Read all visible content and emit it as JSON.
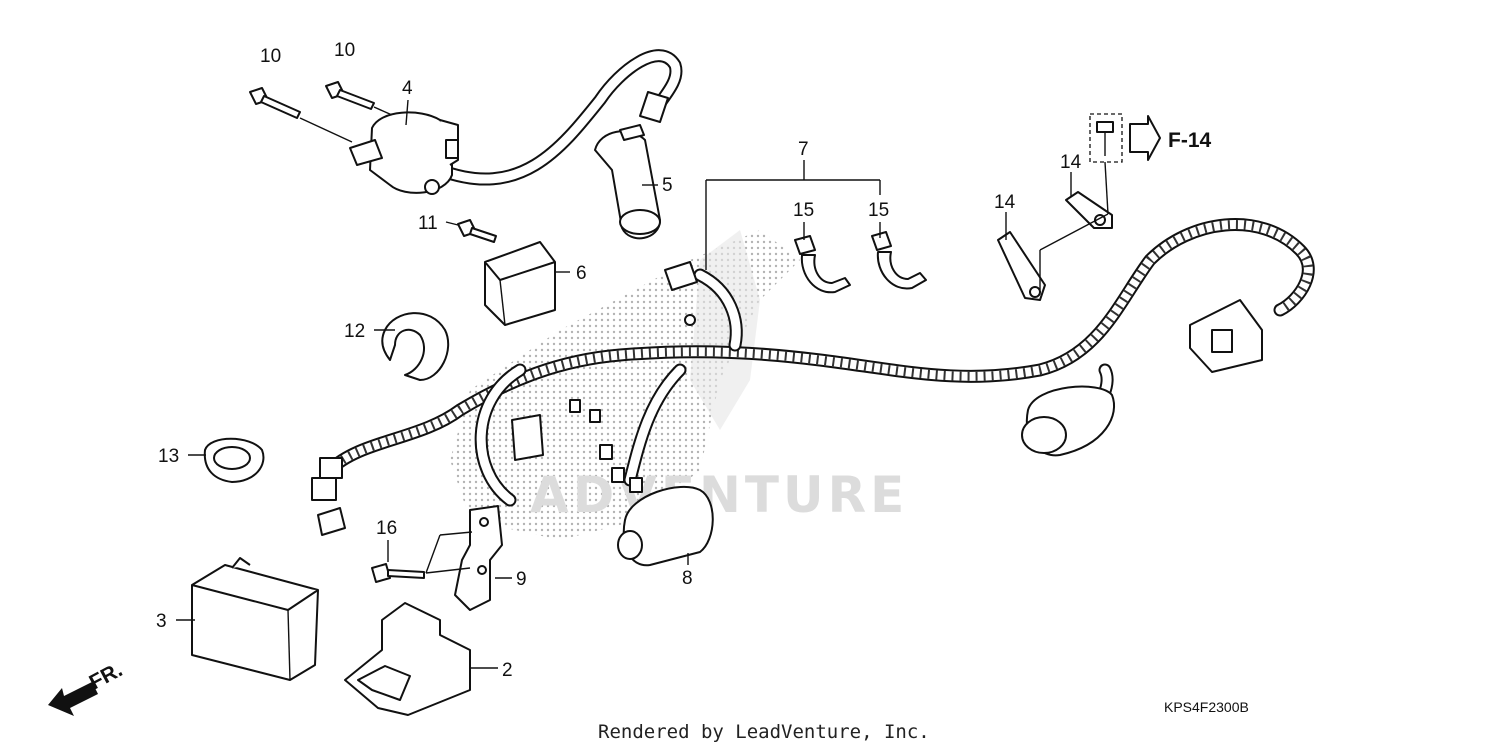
{
  "diagram": {
    "part_labels": [
      "10",
      "10",
      "4",
      "5",
      "11",
      "6",
      "12",
      "13",
      "7",
      "15",
      "15",
      "14",
      "14",
      "16",
      "9",
      "8",
      "3",
      "2"
    ],
    "reference": "F-14",
    "front_label": "FR.",
    "diagram_code": "KPS4F2300B",
    "credit": "Rendered by LeadVenture, Inc.",
    "watermark": "ADVENTURE"
  }
}
